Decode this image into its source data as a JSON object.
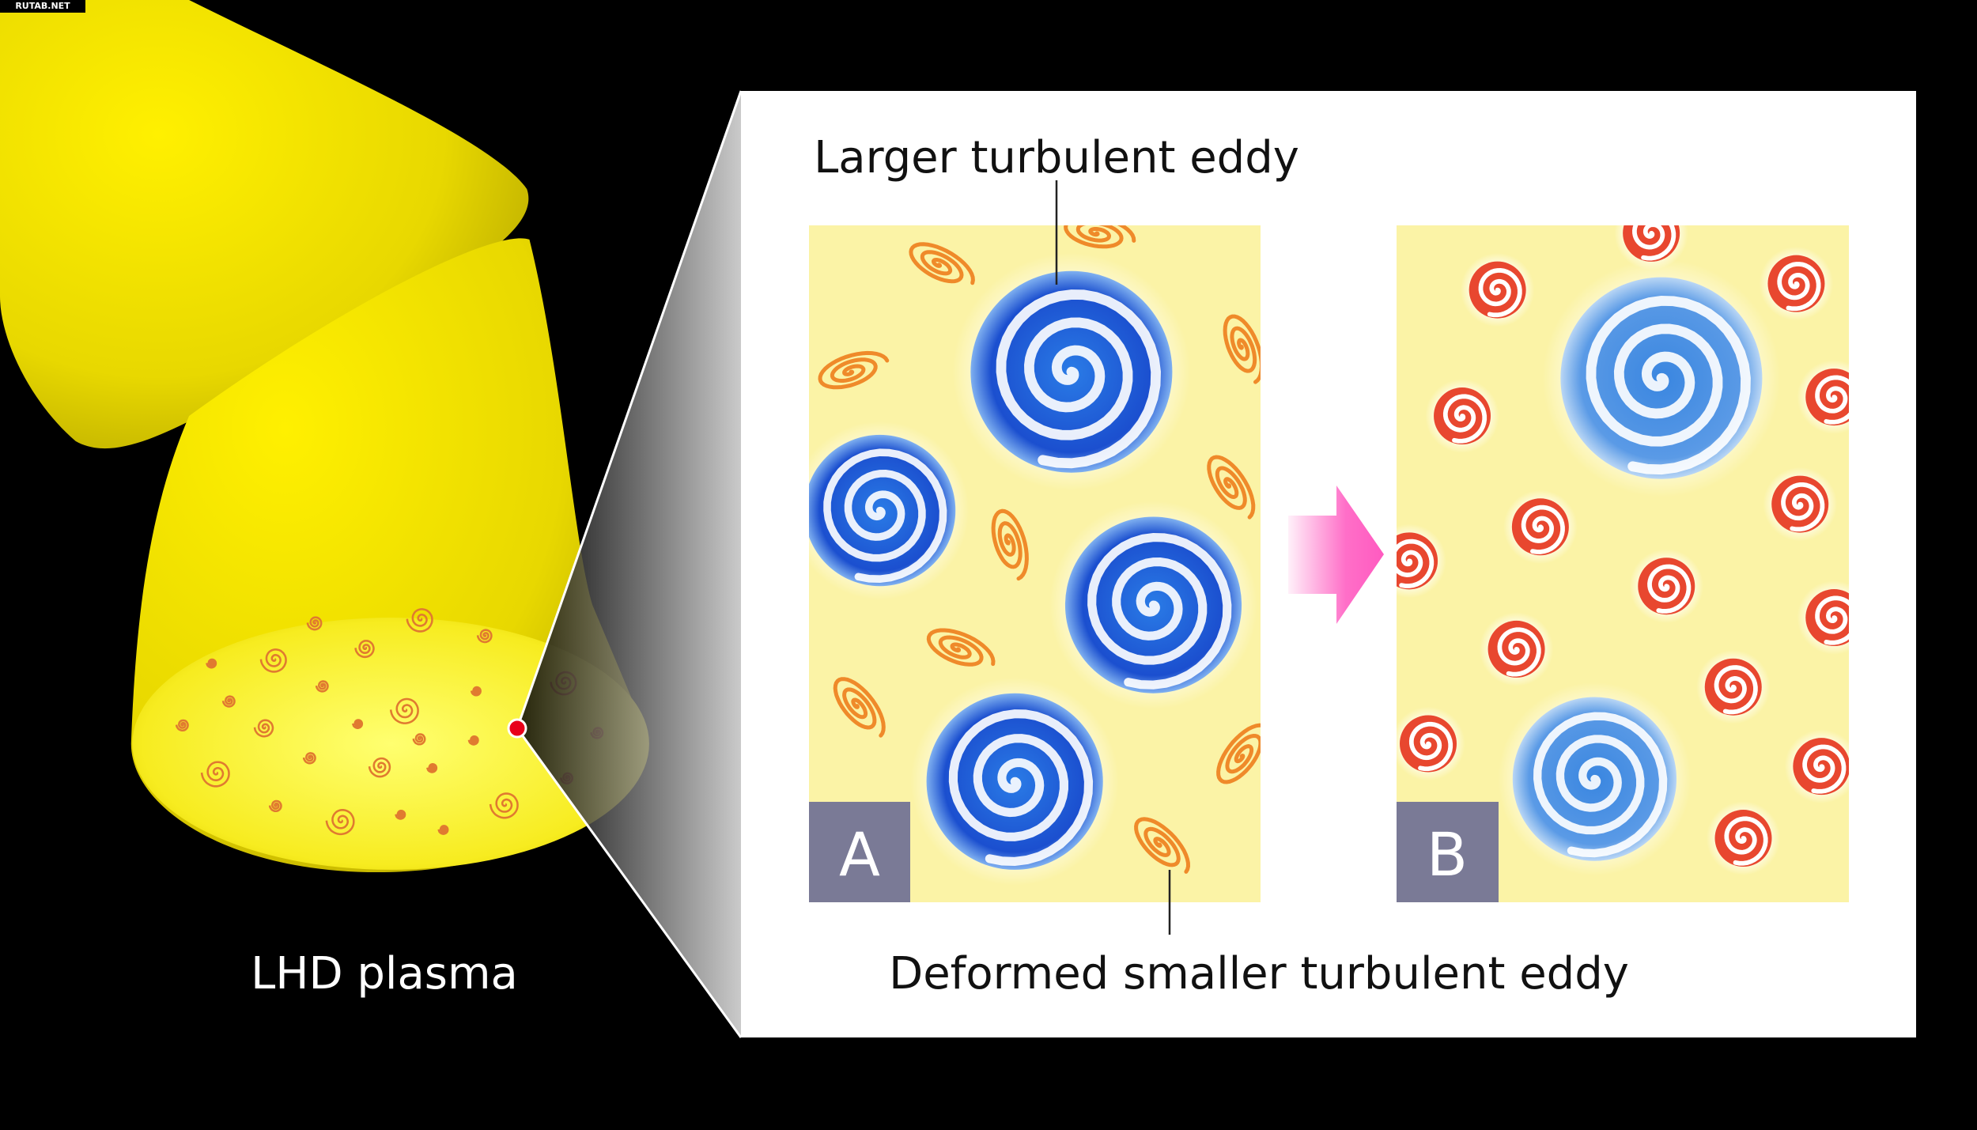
{
  "watermark": "RUTAB.NET",
  "labels": {
    "larger_eddy": "Larger turbulent eddy",
    "deformed_eddy": "Deformed smaller turbulent eddy",
    "plasma": "LHD plasma",
    "panel_a": "A",
    "panel_b": "B"
  },
  "colors": {
    "plasma_yellow": "#f5e400",
    "panel_bg": "#fbf3a6",
    "large_eddy_blue": "#1f5fd6",
    "small_eddy_red": "#e8472f",
    "arrow_pink": "#ff6fc8",
    "label_box": "#7a7a96"
  }
}
